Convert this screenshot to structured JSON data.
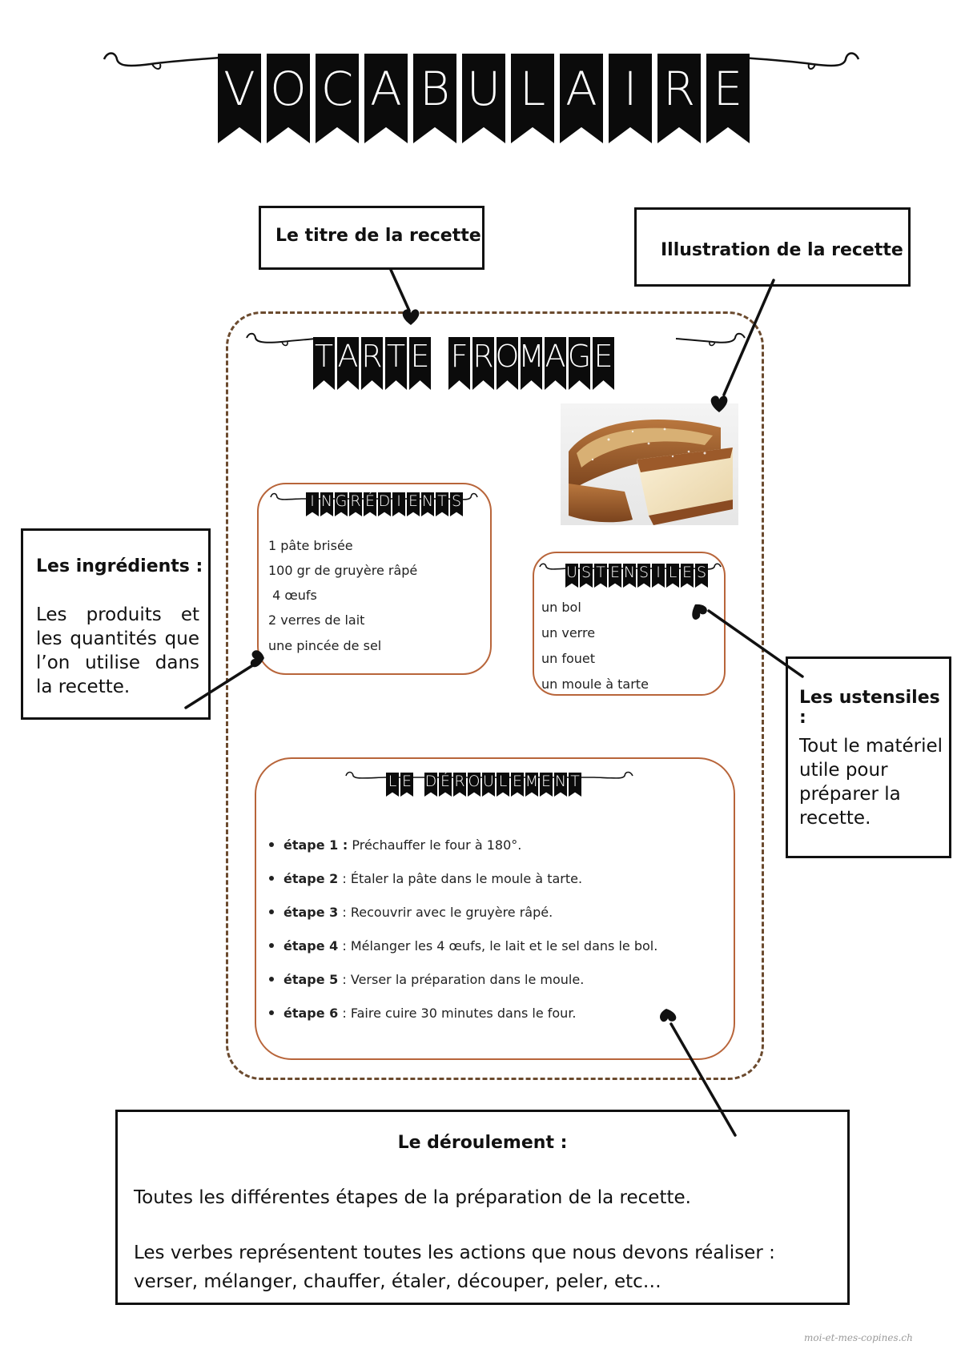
{
  "header": {
    "title_letters": [
      "V",
      "O",
      "C",
      "A",
      "B",
      "U",
      "L",
      "A",
      "I",
      "R",
      "E"
    ]
  },
  "labels": {
    "title_box": "Le titre de la recette",
    "illustration_box": "Illustration de la recette",
    "ingredients_box": {
      "title": "Les ingrédients :",
      "text": "Les produits et les quantités que l’on utilise dans la recette."
    },
    "ustensiles_box": {
      "title": "Les ustensiles :",
      "text": "Tout le matériel utile pour préparer la recette."
    },
    "deroulement_box": {
      "title": "Le déroulement :",
      "text1": "Toutes les différentes étapes de la préparation de la recette.",
      "text2": "Les verbes représentent toutes les actions que nous devons réaliser : verser, mélanger, chauffer, étaler, découper, peler, etc…"
    }
  },
  "recipe": {
    "title_word1": [
      "T",
      "A",
      "R",
      "T",
      "E"
    ],
    "title_word2": [
      "F",
      "R",
      "O",
      "M",
      "A",
      "G",
      "E"
    ],
    "ingredients_heading": [
      "I",
      "N",
      "G",
      "R",
      "É",
      "D",
      "I",
      "E",
      "N",
      "T",
      "S"
    ],
    "ingredients": [
      "1 pâte brisée",
      "100 gr de gruyère râpé",
      " 4 œufs",
      "2 verres de lait",
      "une pincée de sel"
    ],
    "ustensiles_heading": [
      "U",
      "S",
      "T",
      "E",
      "N",
      "S",
      "I",
      "L",
      "E",
      "S"
    ],
    "ustensiles": [
      "un bol",
      "un verre",
      "un fouet",
      "un moule à tarte"
    ],
    "deroulement_heading": [
      "L",
      "E",
      " ",
      "D",
      "É",
      "R",
      "O",
      "U",
      "L",
      "E",
      "M",
      "E",
      "N",
      "T"
    ],
    "steps": [
      {
        "label": "étape 1 :",
        "text": " Préchauffer le four à 180°."
      },
      {
        "label": "étape 2",
        "text": " : Étaler la pâte dans le moule à tarte."
      },
      {
        "label": "étape 3",
        "text": " : Recouvrir avec le gruyère râpé."
      },
      {
        "label": "étape 4",
        "text": " : Mélanger les 4 œufs, le lait et le sel dans le bol."
      },
      {
        "label": "étape 5",
        "text": " : Verser la préparation dans le moule."
      },
      {
        "label": "étape 6",
        "text": " : Faire cuire 30 minutes dans le four."
      }
    ]
  },
  "footer": {
    "watermark": "moi-et-mes-copines.ch"
  },
  "colors": {
    "card_border": "#b8653a",
    "frame_border": "#6b4a2e",
    "banner": "#0b0b0b"
  }
}
